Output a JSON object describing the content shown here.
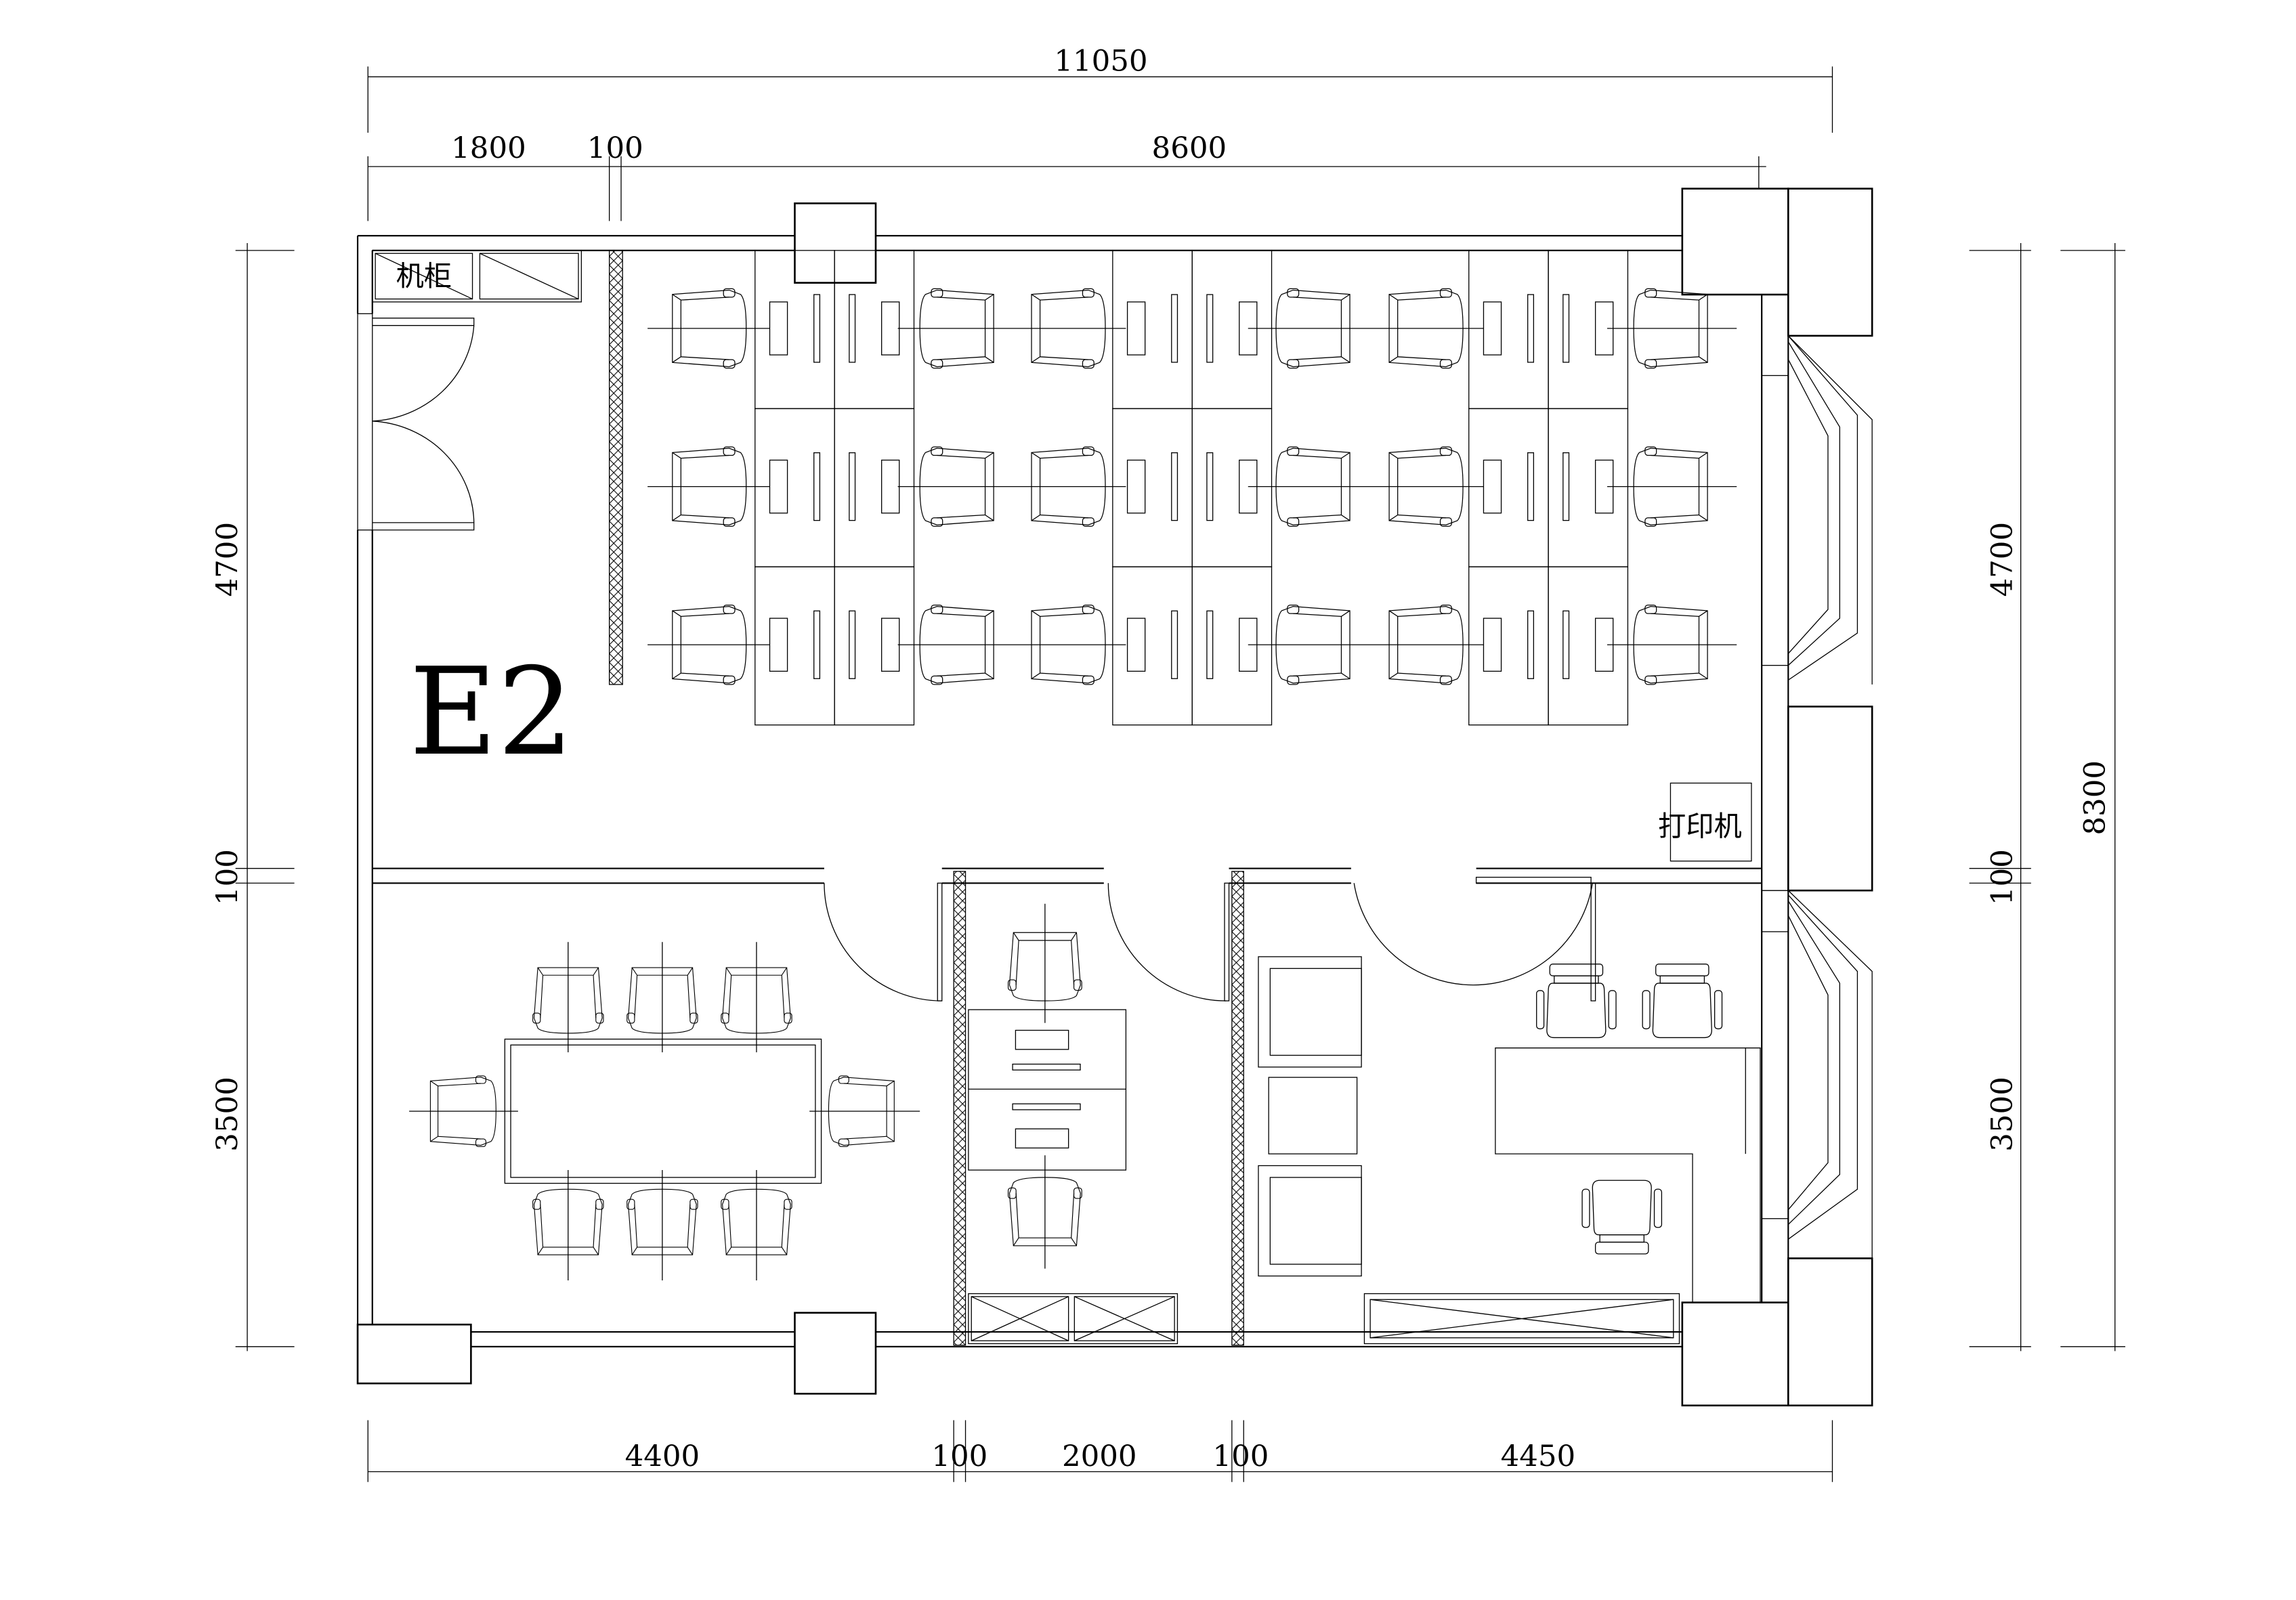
{
  "drawing": {
    "room_label": "E2",
    "cabinet_label": "机柜",
    "printer_label": "打印机"
  },
  "dimensions": {
    "top_total": "11050",
    "top_segments": [
      "1800",
      "100",
      "8600"
    ],
    "left_segments": [
      "4700",
      "100",
      "3500"
    ],
    "right_segments": [
      "4700",
      "100",
      "3500"
    ],
    "right_total": "8300",
    "bottom_segments": [
      "4400",
      "100",
      "2000",
      "100",
      "4450"
    ]
  }
}
